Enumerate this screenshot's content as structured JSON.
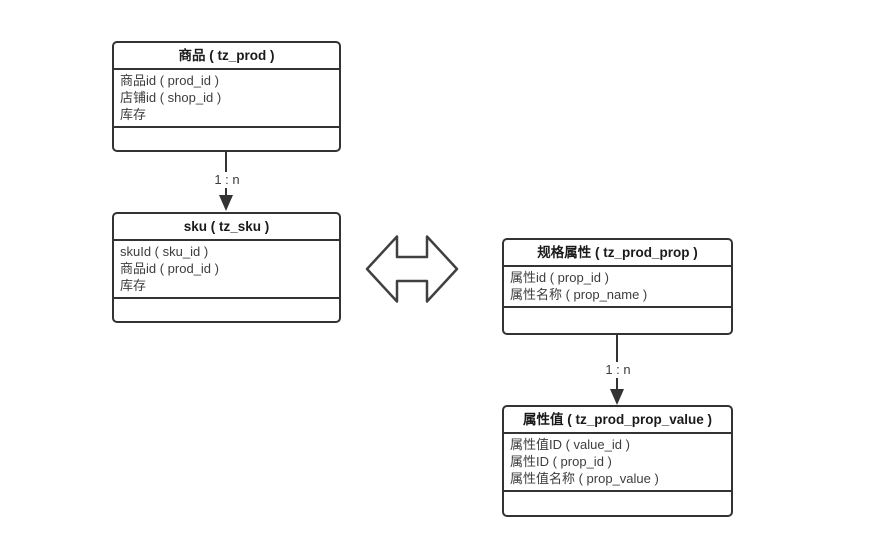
{
  "diagram": {
    "background": "#ffffff",
    "line_color": "#333333",
    "header_text_color": "#1a1a1a",
    "field_text_color": "#3d3d3d",
    "tables": [
      {
        "id": "prod",
        "title": "商品 ( tz_prod )",
        "fields": [
          "商品id ( prod_id )",
          "店铺id ( shop_id )",
          "库存"
        ]
      },
      {
        "id": "sku",
        "title": "sku ( tz_sku )",
        "fields": [
          "skuId ( sku_id )",
          "商品id ( prod_id )",
          "库存"
        ]
      },
      {
        "id": "prod_prop",
        "title": "规格属性 ( tz_prod_prop )",
        "fields": [
          "属性id ( prop_id )",
          "属性名称 ( prop_name )"
        ]
      },
      {
        "id": "prod_prop_value",
        "title": "属性值 ( tz_prod_prop_value )",
        "fields": [
          "属性值ID ( value_id )",
          "属性ID ( prop_id )",
          "属性值名称 ( prop_value )"
        ]
      }
    ],
    "relations": [
      {
        "from": "prod",
        "to": "sku",
        "label": "1 : n"
      },
      {
        "from": "prod_prop",
        "to": "prod_prop_value",
        "label": "1 : n"
      }
    ],
    "connector": {
      "type": "bidirectional-arrow",
      "stroke": "#404040"
    }
  }
}
